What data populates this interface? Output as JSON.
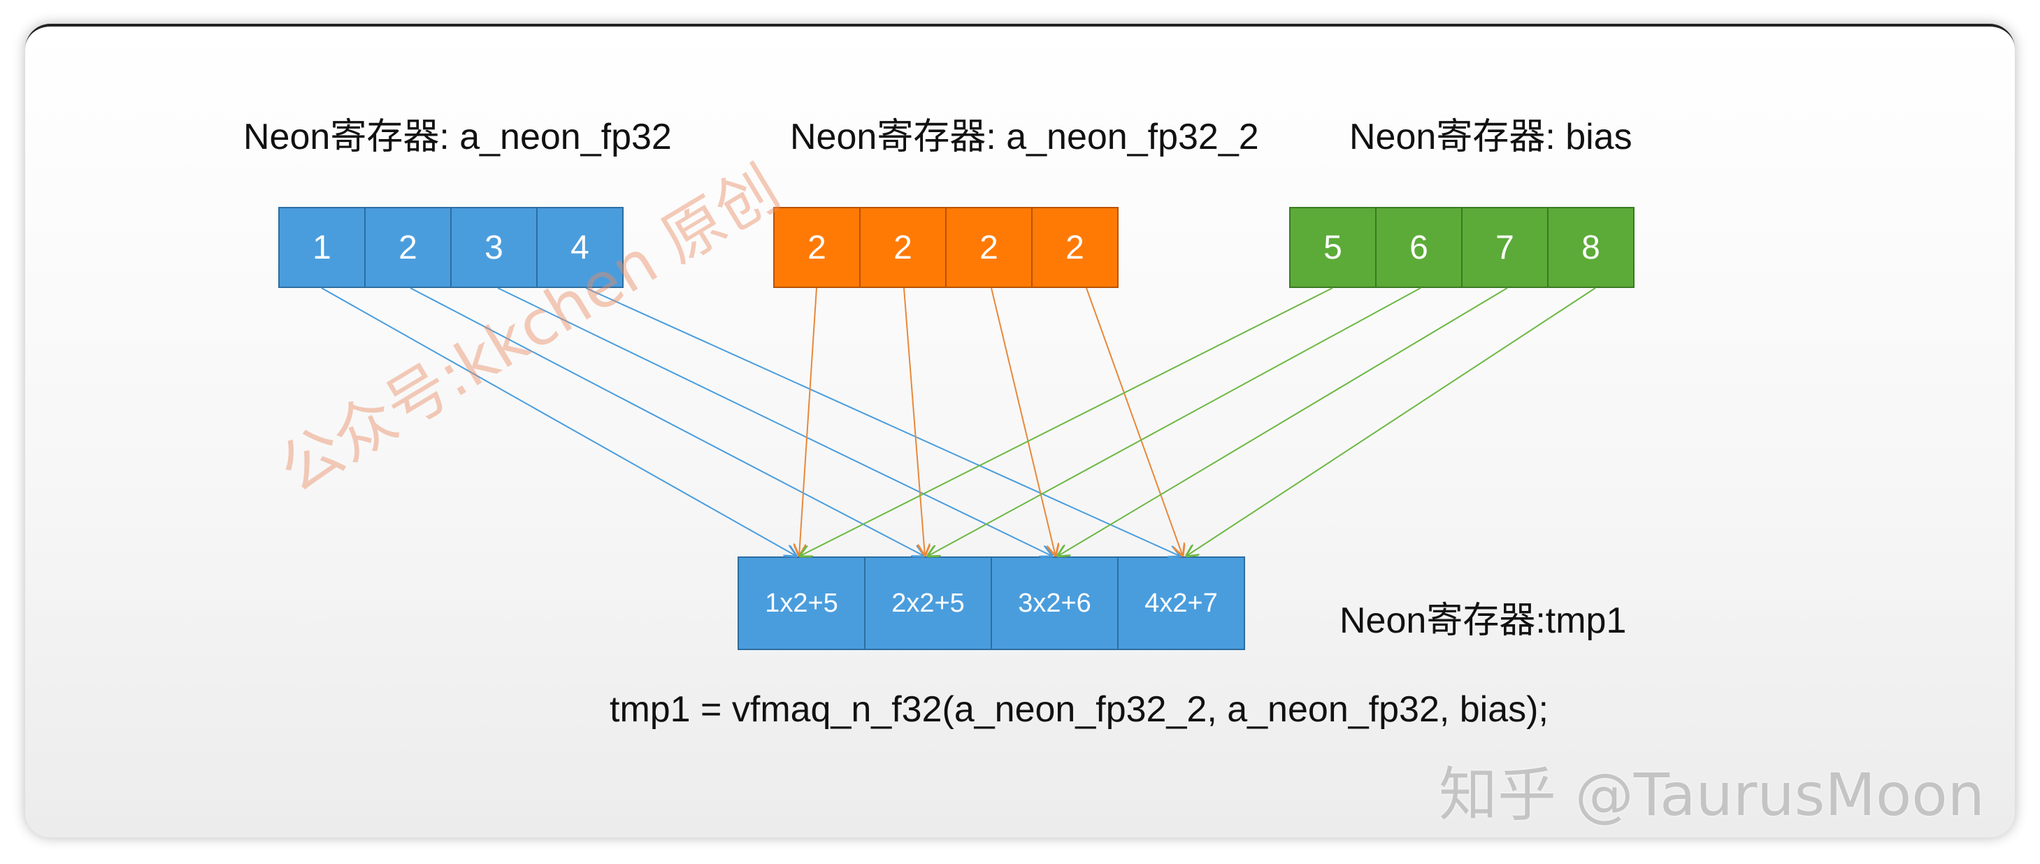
{
  "registers": [
    {
      "title": "Neon寄存器:  a_neon_fp32",
      "color": "#4a9ddd",
      "values": [
        "1",
        "2",
        "3",
        "4"
      ]
    },
    {
      "title": "Neon寄存器: a_neon_fp32_2",
      "color": "#ff7a05",
      "values": [
        "2",
        "2",
        "2",
        "2"
      ]
    },
    {
      "title": "Neon寄存器: bias",
      "color": "#5cab38",
      "values": [
        "5",
        "6",
        "7",
        "8"
      ]
    }
  ],
  "result": {
    "title": "Neon寄存器:tmp1",
    "values": [
      "1x2+5",
      "2x2+5",
      "3x2+6",
      "4x2+7"
    ]
  },
  "equation": "tmp1 = vfmaq_n_f32(a_neon_fp32_2, a_neon_fp32, bias);",
  "watermark": "公众号:kkchen 原创",
  "zhihu_watermark": "知乎 @TaurusMoon",
  "line_colors": {
    "blue": "#4a9ddd",
    "orange": "#e8883a",
    "green": "#6cb844"
  }
}
